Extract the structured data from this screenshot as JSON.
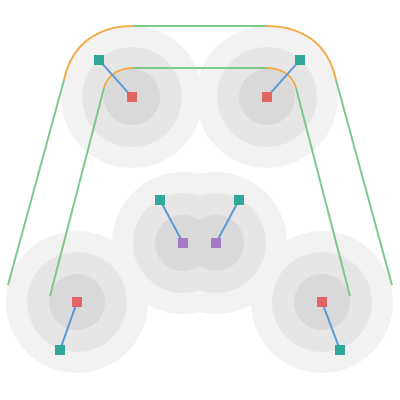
{
  "colors": {
    "background": "#ffffff",
    "halo_outer": "#f2f2f2",
    "halo_mid": "#e6e6e6",
    "halo_inner": "#d9d9d9",
    "outline_green": "#7dc98a",
    "arc_orange": "#f0ad4e",
    "handle_line_blue": "#5b9bd5",
    "anchor_red": "#e06666",
    "anchor_purple": "#a07cc5",
    "handle_teal": "#2fa89a"
  },
  "diagram": {
    "nodes": [
      {
        "id": "node-top-left",
        "anchor_type": "corner",
        "handle_direction": "up-left"
      },
      {
        "id": "node-top-right",
        "anchor_type": "corner",
        "handle_direction": "up-right"
      },
      {
        "id": "node-center-left",
        "anchor_type": "inner",
        "handle_direction": "up-left"
      },
      {
        "id": "node-center-right",
        "anchor_type": "inner",
        "handle_direction": "up-right"
      },
      {
        "id": "node-bottom-left",
        "anchor_type": "corner",
        "handle_direction": "down-left"
      },
      {
        "id": "node-bottom-right",
        "anchor_type": "corner",
        "handle_direction": "down-right"
      }
    ],
    "outlines": [
      {
        "id": "outer-outline",
        "role": "outer"
      },
      {
        "id": "inner-outline",
        "role": "inner"
      }
    ]
  }
}
